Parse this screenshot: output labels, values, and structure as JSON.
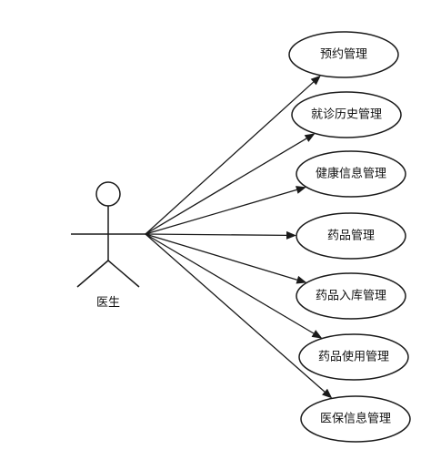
{
  "actor": {
    "label": "医生"
  },
  "use_cases": [
    {
      "label": "预约管理"
    },
    {
      "label": "就诊历史管理"
    },
    {
      "label": "健康信息管理"
    },
    {
      "label": "药品管理"
    },
    {
      "label": "药品入库管理"
    },
    {
      "label": "药品使用管理"
    },
    {
      "label": "医保信息管理"
    }
  ]
}
